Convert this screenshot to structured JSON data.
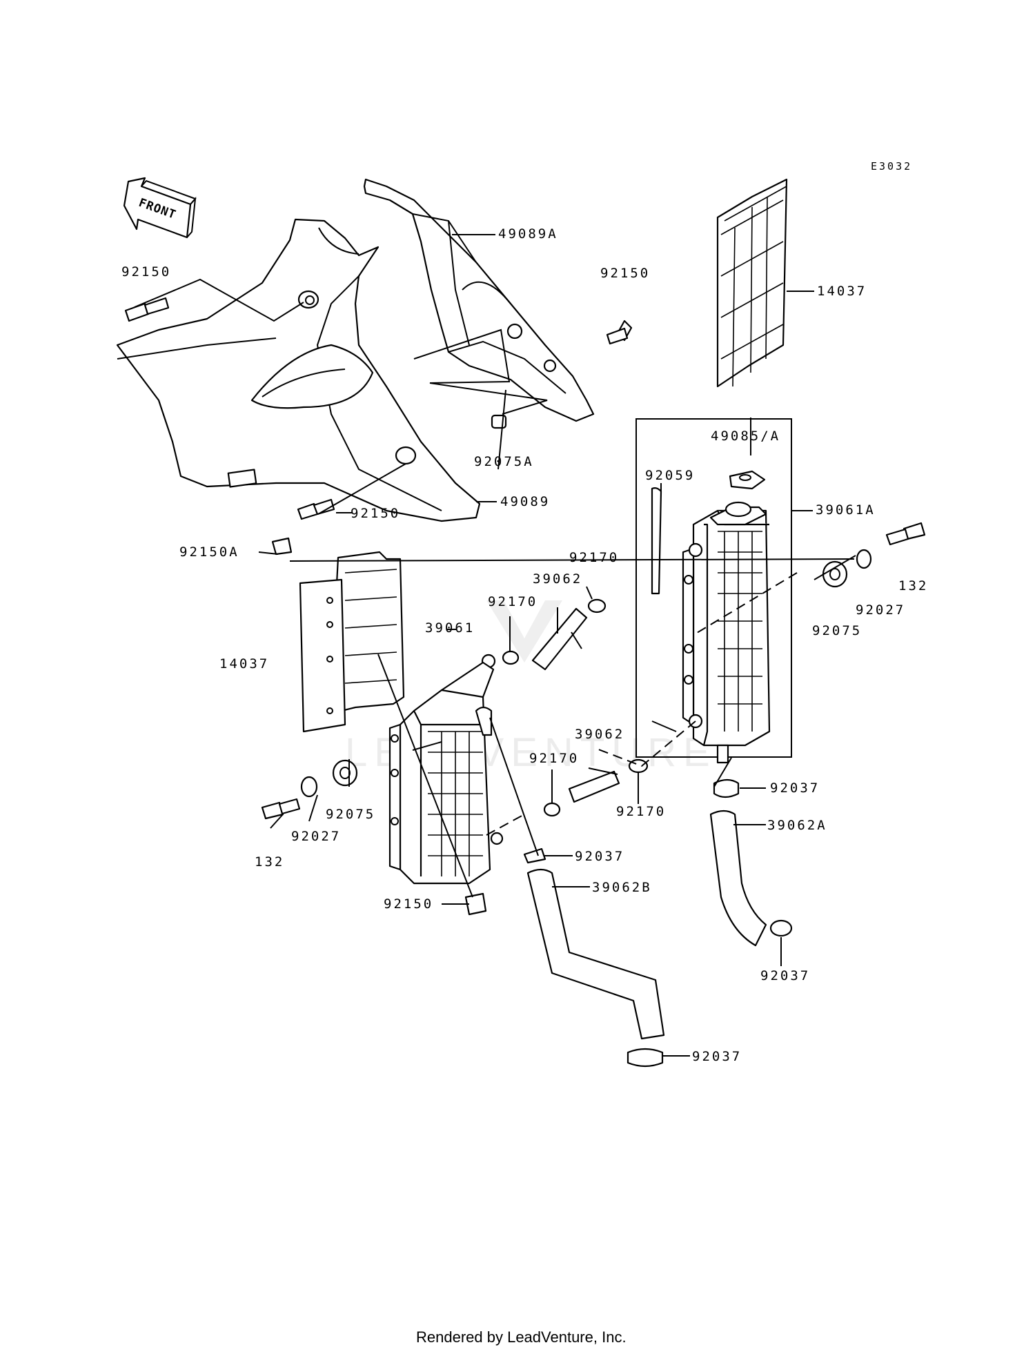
{
  "diagram": {
    "code": "E3032",
    "front_label": "FRONT",
    "footer": "Rendered by LeadVenture, Inc.",
    "watermark": "LEADVENTURE",
    "labels": [
      {
        "id": "49089A",
        "text": "49089A"
      },
      {
        "id": "92150-tl",
        "text": "92150"
      },
      {
        "id": "92150-tr",
        "text": "92150"
      },
      {
        "id": "14037-r",
        "text": "14037"
      },
      {
        "id": "92075A",
        "text": "92075A"
      },
      {
        "id": "49085A",
        "text": "49085/A"
      },
      {
        "id": "49089",
        "text": "49089"
      },
      {
        "id": "92150-m",
        "text": "92150"
      },
      {
        "id": "92059",
        "text": "92059"
      },
      {
        "id": "39061A",
        "text": "39061A"
      },
      {
        "id": "92150A",
        "text": "92150A"
      },
      {
        "id": "92170-a",
        "text": "92170"
      },
      {
        "id": "39062-a",
        "text": "39062"
      },
      {
        "id": "92170-b",
        "text": "92170"
      },
      {
        "id": "132-r",
        "text": "132"
      },
      {
        "id": "92027-r",
        "text": "92027"
      },
      {
        "id": "92075-r",
        "text": "92075"
      },
      {
        "id": "39061",
        "text": "39061"
      },
      {
        "id": "14037-l",
        "text": "14037"
      },
      {
        "id": "39062-b",
        "text": "39062"
      },
      {
        "id": "92170-c",
        "text": "92170"
      },
      {
        "id": "92170-d",
        "text": "92170"
      },
      {
        "id": "92037-a",
        "text": "92037"
      },
      {
        "id": "39062A",
        "text": "39062A"
      },
      {
        "id": "92075-l",
        "text": "92075"
      },
      {
        "id": "92027-l",
        "text": "92027"
      },
      {
        "id": "132-l",
        "text": "132"
      },
      {
        "id": "92037-b",
        "text": "92037"
      },
      {
        "id": "39062B",
        "text": "39062B"
      },
      {
        "id": "92150-b",
        "text": "92150"
      },
      {
        "id": "92037-c",
        "text": "92037"
      },
      {
        "id": "92037-d",
        "text": "92037"
      }
    ]
  }
}
